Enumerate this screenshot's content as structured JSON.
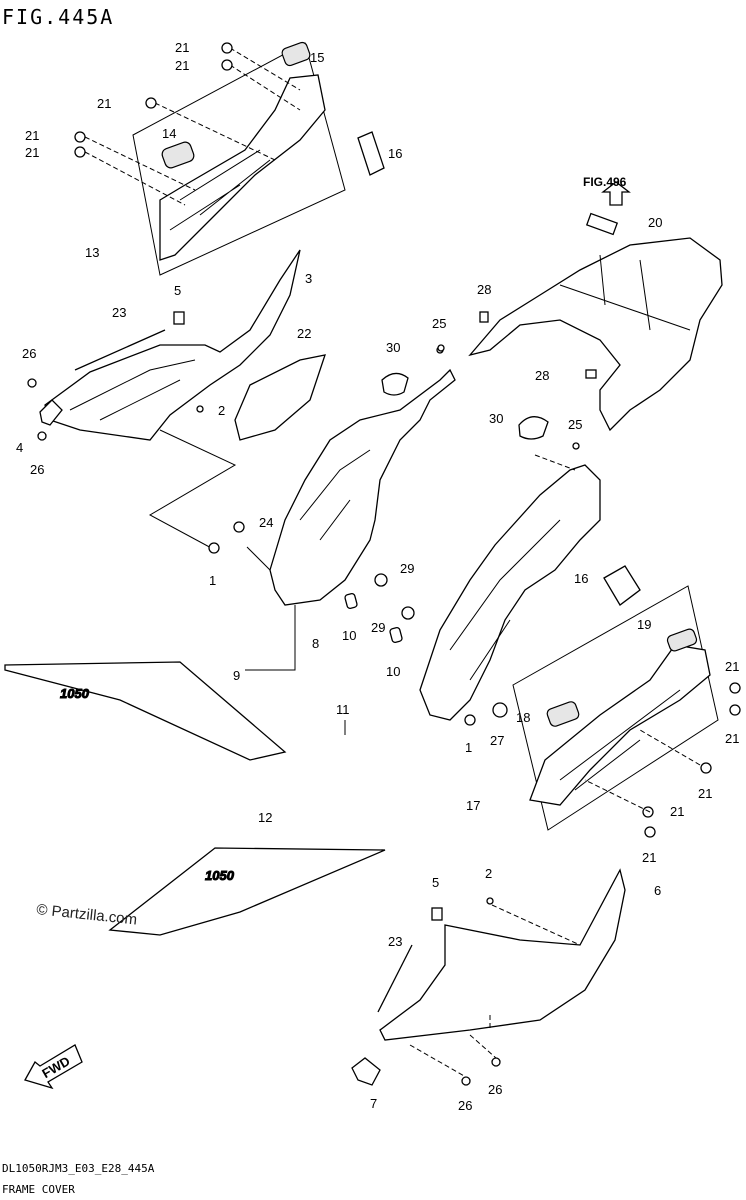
{
  "figure_title": "FIG.445A",
  "reference_label": "FIG.496",
  "watermark": "© Partzilla.com",
  "direction_label": "FWD",
  "decal_text": "1050",
  "footer": {
    "code": "DL1050RJM3_E03_E28_445A",
    "caption": "FRAME COVER"
  },
  "callouts": [
    "21",
    "21",
    "15",
    "21",
    "14",
    "21",
    "21",
    "16",
    "13",
    "3",
    "23",
    "5",
    "26",
    "22",
    "4",
    "2",
    "26",
    "24",
    "1",
    "8",
    "9",
    "10",
    "29",
    "29",
    "10",
    "30",
    "25",
    "28",
    "28",
    "20",
    "30",
    "25",
    "11",
    "1",
    "27",
    "16",
    "19",
    "21",
    "21",
    "18",
    "21",
    "17",
    "21",
    "21",
    "12",
    "2",
    "5",
    "6",
    "23",
    "7",
    "26",
    "26"
  ]
}
